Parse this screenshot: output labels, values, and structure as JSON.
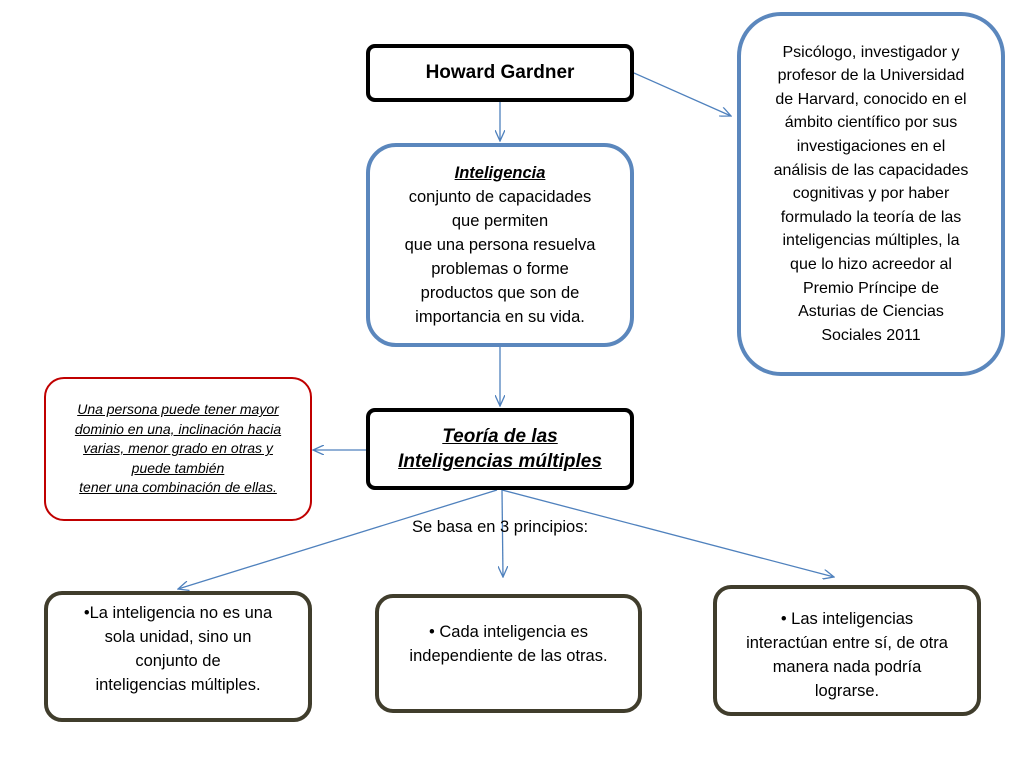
{
  "nodes": {
    "gardner": {
      "text": "Howard Gardner"
    },
    "bio": {
      "lines": [
        "Psicólogo, investigador y",
        "profesor de la Universidad",
        "de Harvard, conocido en el",
        "ámbito científico por sus",
        "investigaciones en el",
        "análisis de las capacidades",
        "cognitivas y por haber",
        "formulado la teoría de las",
        "inteligencias múltiples, la",
        "que lo hizo acreedor al",
        "Premio Príncipe de",
        "Asturias de Ciencias",
        "Sociales 2011"
      ]
    },
    "inteligencia": {
      "title": "Inteligencia",
      "lines": [
        "conjunto de capacidades",
        "que permiten",
        "que una persona resuelva",
        "problemas o forme",
        "productos que son de",
        "importancia en su vida."
      ]
    },
    "teoria": {
      "lines": [
        "Teoría de las",
        "Inteligencias múltiples"
      ]
    },
    "nota": {
      "lines": [
        "Una persona puede tener mayor",
        "dominio en una, inclinación hacia",
        "varias, menor grado en otras y",
        "puede también",
        "tener una combinación de ellas."
      ]
    },
    "principio_1": {
      "lines": [
        "•La inteligencia no es una",
        "sola unidad, sino un",
        "conjunto de",
        "inteligencias múltiples."
      ]
    },
    "principio_2": {
      "lines": [
        "• Cada inteligencia es",
        "independiente de las otras."
      ]
    },
    "principio_3": {
      "lines": [
        "• Las inteligencias",
        "interactúan entre sí, de otra",
        "manera nada podría",
        "lograrse."
      ]
    }
  },
  "edge_label": "Se basa en 3 principios:",
  "colors": {
    "arrow": "#4f81bd",
    "blue_border": "#5b87bd",
    "red_border": "#c00000",
    "dark_border": "#403d2c"
  }
}
